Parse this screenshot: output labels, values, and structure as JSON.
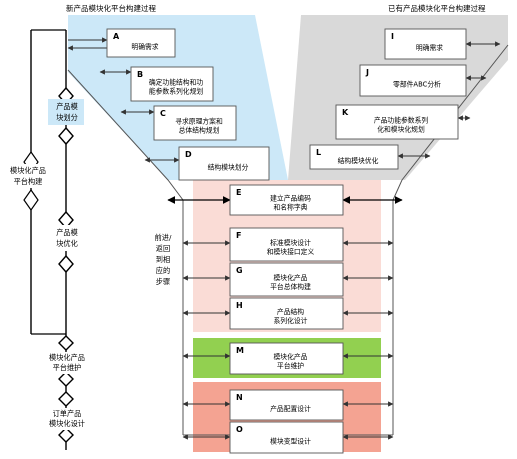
{
  "headers": {
    "left": "新产品模块化平台构建过程",
    "right": "已有产品模块化平台构建过程"
  },
  "left_axis": {
    "label": [
      "模块化产品",
      "平台构建"
    ]
  },
  "stages": [
    {
      "id": "stage-module-division",
      "lines": [
        "产品模",
        "块划分"
      ]
    },
    {
      "id": "stage-module-optimization",
      "lines": [
        "产品模",
        "块优化"
      ]
    },
    {
      "id": "stage-platform-maintenance",
      "lines": [
        "模块化产品",
        "平台维护"
      ]
    },
    {
      "id": "stage-order-design",
      "lines": [
        "订单产品",
        "模块化设计"
      ]
    }
  ],
  "side_note": [
    "前进/",
    "返回",
    "到相",
    "应的",
    "步骤"
  ],
  "boxes": [
    {
      "id": "A",
      "lines": [
        "明确需求"
      ]
    },
    {
      "id": "B",
      "lines": [
        "确定功能结构和功",
        "能参数系列化规划"
      ]
    },
    {
      "id": "C",
      "lines": [
        "寻求原理方案和",
        "总体结构规划"
      ]
    },
    {
      "id": "D",
      "lines": [
        "结构模块划分"
      ]
    },
    {
      "id": "I",
      "lines": [
        "明确需求"
      ]
    },
    {
      "id": "J",
      "lines": [
        "零部件ABC分析"
      ]
    },
    {
      "id": "K",
      "lines": [
        "产品功能参数系列",
        "化和模块化规划"
      ]
    },
    {
      "id": "L",
      "lines": [
        "结构模块优化"
      ]
    },
    {
      "id": "E",
      "lines": [
        "建立产品编码",
        "和名称字典"
      ]
    },
    {
      "id": "F",
      "lines": [
        "标准模块设计",
        "和模块接口定义"
      ]
    },
    {
      "id": "G",
      "lines": [
        "模块化产品",
        "平台总体构建"
      ]
    },
    {
      "id": "H",
      "lines": [
        "产品结构",
        "系列化设计"
      ]
    },
    {
      "id": "M",
      "lines": [
        "模块化产品",
        "平台维护"
      ]
    },
    {
      "id": "N",
      "lines": [
        "产品配置设计"
      ]
    },
    {
      "id": "O",
      "lines": [
        "模块变型设计"
      ]
    }
  ],
  "colors": {
    "left_funnel": "#cce8f8",
    "right_funnel": "#d9d9d9",
    "optimization_band": "#fadcd6",
    "maintenance_band": "#92d050",
    "order_band": "#f4a392"
  }
}
